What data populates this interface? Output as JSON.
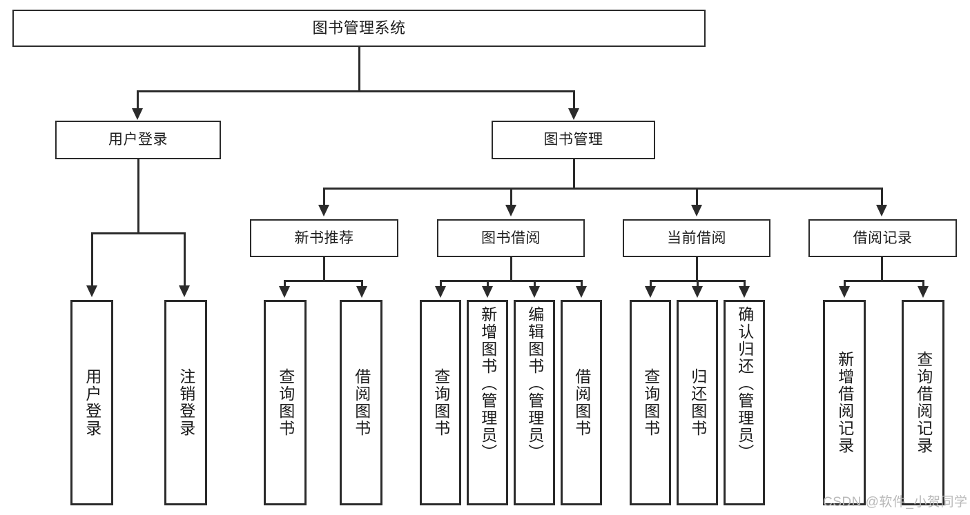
{
  "diagram": {
    "title": "图书管理系统",
    "type": "功能结构图",
    "watermark": "CSDN @软件_小贺同学",
    "accent_color": "#2b2b2b",
    "background_color": "#ffffff",
    "watermark_color": "#b9b9b9"
  },
  "root": {
    "label": "图书管理系统"
  },
  "level2": [
    {
      "label": "用户登录"
    },
    {
      "label": "图书管理"
    }
  ],
  "level3": [
    {
      "label": "新书推荐"
    },
    {
      "label": "图书借阅"
    },
    {
      "label": "当前借阅"
    },
    {
      "label": "借阅记录"
    }
  ],
  "leaves": [
    {
      "label": "用户登录",
      "parent": "用户登录"
    },
    {
      "label": "注销登录",
      "parent": "用户登录"
    },
    {
      "label": "查询图书",
      "parent": "新书推荐"
    },
    {
      "label": "借阅图书",
      "parent": "新书推荐"
    },
    {
      "label": "查询图书",
      "parent": "图书借阅"
    },
    {
      "label": "新增图书（管理员）",
      "parent": "图书借阅"
    },
    {
      "label": "编辑图书（管理员）",
      "parent": "图书借阅"
    },
    {
      "label": "借阅图书",
      "parent": "图书借阅"
    },
    {
      "label": "查询图书",
      "parent": "当前借阅"
    },
    {
      "label": "归还图书",
      "parent": "当前借阅"
    },
    {
      "label": "确认归还（管理员）",
      "parent": "当前借阅"
    },
    {
      "label": "新增借阅记录",
      "parent": "借阅记录"
    },
    {
      "label": "查询借阅记录",
      "parent": "借阅记录"
    }
  ]
}
